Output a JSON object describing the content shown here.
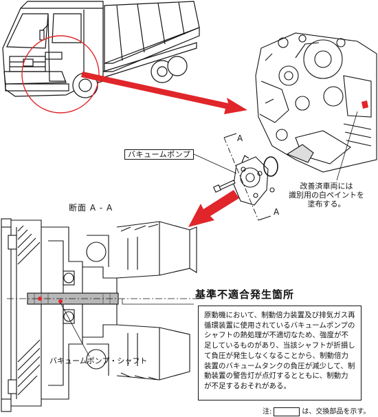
{
  "labels": {
    "vacuum_pump": "バキュームポンプ",
    "section_marker_top": "A",
    "section_marker_bottom": "A",
    "section_title": "断面 A - A",
    "improved_vehicle_note": "改善済車両には\n識別用の白ペイントを\n塗布する。",
    "shaft_label": "バキュームポンプ・シャフト",
    "defect_title": "基準不適合発生箇所",
    "description": "原動機において、制動倍力装置及び排気ガス再循環装置に使用されているバキュームポンプのシャフトの熱処理が不適切なため、強度が不足しているものがあり、当該シャフトが折損して負圧が発生しなくなることから、制動倍力装置のバキュームタンクの負圧が減少して、制動装置の警告灯が点灯するとともに、制動力が不足するおそれがある。",
    "footnote_prefix": "注:",
    "footnote_suffix": "は、交換部品を示す。"
  },
  "colors": {
    "arrow_red": "#e0262a",
    "highlight_gray": "#b8b8b8",
    "line": "#111111"
  },
  "icons": [
    "truck-illustration",
    "engine-illustration",
    "vacuum-pump-illustration",
    "cross-section-illustration"
  ]
}
